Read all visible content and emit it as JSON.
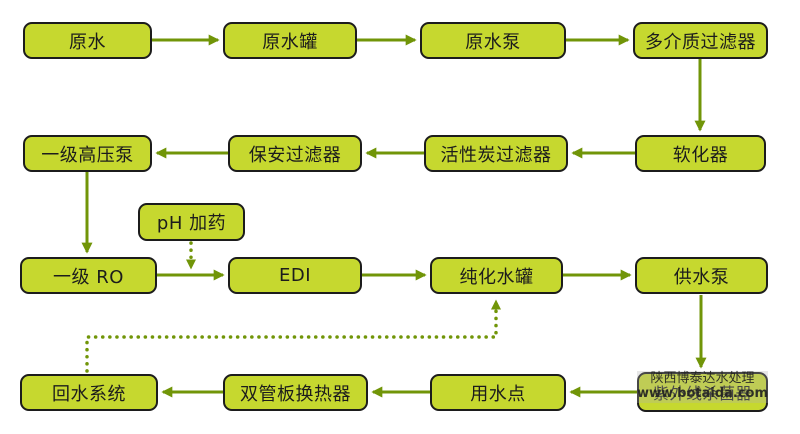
{
  "diagram": {
    "type": "flowchart",
    "subject": "water-treatment-process",
    "nodes": {
      "raw_water": {
        "label": "原水"
      },
      "raw_water_tank": {
        "label": "原水罐"
      },
      "raw_water_pump": {
        "label": "原水泵"
      },
      "multi_media_filter": {
        "label": "多介质过滤器"
      },
      "softener": {
        "label": "软化器"
      },
      "activated_carbon_filter": {
        "label": "活性炭过滤器"
      },
      "cartridge_filter": {
        "label": "保安过滤器"
      },
      "hp_pump_stage1": {
        "label": "一级高压泵"
      },
      "ph_dosing": {
        "label": "pH 加药"
      },
      "ro_stage1": {
        "label": "一级 RO"
      },
      "edi": {
        "label": "EDI"
      },
      "purified_water_tank": {
        "label": "纯化水罐"
      },
      "supply_pump": {
        "label": "供水泵"
      },
      "uv_sterilizer": {
        "label": "紫外线杀菌器"
      },
      "point_of_use": {
        "label": "用水点"
      },
      "double_tubesheet_heat_exchanger": {
        "label": "双管板换热器"
      },
      "water_return_system": {
        "label": "回水系统"
      }
    },
    "edges": [
      {
        "from": "raw_water",
        "to": "raw_water_tank",
        "style": "solid"
      },
      {
        "from": "raw_water_tank",
        "to": "raw_water_pump",
        "style": "solid"
      },
      {
        "from": "raw_water_pump",
        "to": "multi_media_filter",
        "style": "solid"
      },
      {
        "from": "multi_media_filter",
        "to": "softener",
        "style": "solid"
      },
      {
        "from": "softener",
        "to": "activated_carbon_filter",
        "style": "solid"
      },
      {
        "from": "activated_carbon_filter",
        "to": "cartridge_filter",
        "style": "solid"
      },
      {
        "from": "cartridge_filter",
        "to": "hp_pump_stage1",
        "style": "solid"
      },
      {
        "from": "hp_pump_stage1",
        "to": "ro_stage1",
        "style": "solid"
      },
      {
        "from": "ro_stage1",
        "to": "edi",
        "style": "solid"
      },
      {
        "from": "ph_dosing",
        "to": "ro_stage1-edi-line",
        "style": "dotted"
      },
      {
        "from": "edi",
        "to": "purified_water_tank",
        "style": "solid"
      },
      {
        "from": "purified_water_tank",
        "to": "supply_pump",
        "style": "solid"
      },
      {
        "from": "supply_pump",
        "to": "uv_sterilizer",
        "style": "solid"
      },
      {
        "from": "uv_sterilizer",
        "to": "point_of_use",
        "style": "solid"
      },
      {
        "from": "point_of_use",
        "to": "double_tubesheet_heat_exchanger",
        "style": "solid"
      },
      {
        "from": "double_tubesheet_heat_exchanger",
        "to": "water_return_system",
        "style": "solid"
      },
      {
        "from": "water_return_system",
        "to": "purified_water_tank",
        "style": "dotted"
      }
    ],
    "watermark": {
      "line1": "陕西博泰达水处理",
      "line2": "www.botaida.com"
    },
    "colors": {
      "node_fill": "#c6d82f",
      "node_border": "#1c1c1c",
      "connector": "#719508",
      "label_text": "#1c1c1c",
      "background": "#ffffff"
    }
  }
}
